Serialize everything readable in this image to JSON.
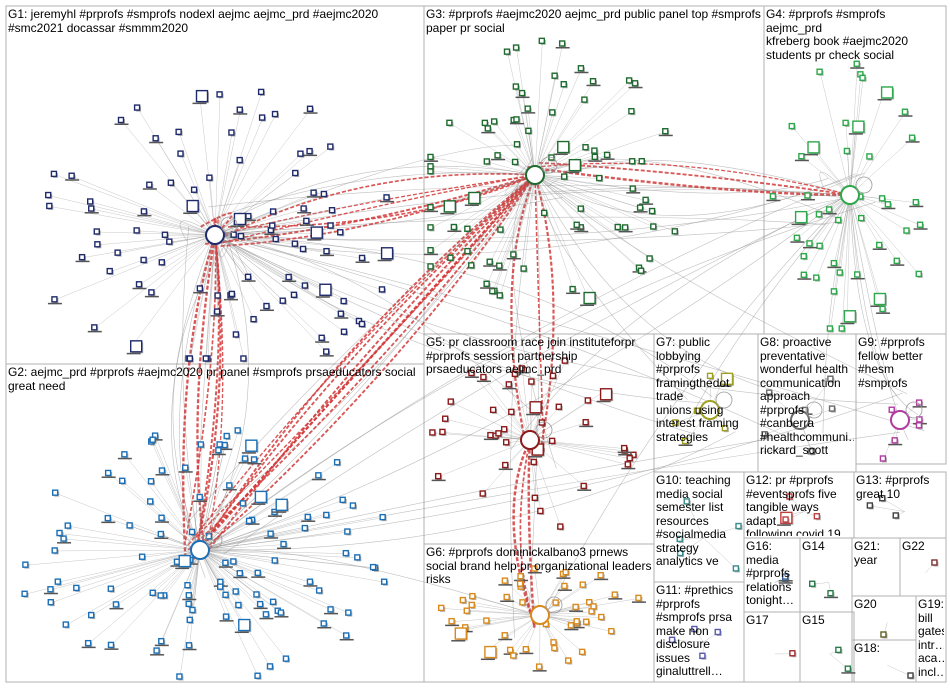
{
  "groups": [
    {
      "id": "G1",
      "label": "G1: jeremyhl #prprofs #smprofs nodexl aejmc aejmc_prd #aejmc2020\n#smc2021 docassar #smmm2020",
      "color": "#1f2a6b"
    },
    {
      "id": "G2",
      "label": "G2: aejmc_prd #prprofs #aejmc2020 pr panel #smprofs prsaeducators social\ngreat need",
      "color": "#1c6fb5"
    },
    {
      "id": "G3",
      "label": "G3: #prprofs #aejmc2020 aejmc_prd public panel top #smprofs\npaper pr social",
      "color": "#1e6b2f"
    },
    {
      "id": "G4",
      "label": "G4: #prprofs #smprofs aejmc_prd\nkfreberg book #aejmc2020\nstudents pr check social",
      "color": "#2da84a"
    },
    {
      "id": "G5",
      "label": "G5: pr classroom race join instituteforpr\n#prprofs session partnership\nprsaeducators aejmc_prd",
      "color": "#8b1a1a"
    },
    {
      "id": "G6",
      "label": "G6: #prprofs dominickalbano3 prnews\nsocial brand help pr organizational leaders\nrisks",
      "color": "#d98a1c"
    },
    {
      "id": "G7",
      "label": "G7: public lobbying\n#prprofs\nframingthedot trade\nunions using\ninterest framing\nstrategies",
      "color": "#a0a020"
    },
    {
      "id": "G8",
      "label": "G8: proactive\npreventative\nwonderful health\ncommunication\napproach\n#prprofs\n#canberra\n#healthcommuni…\nrickard_scott",
      "color": "#6a6a6a"
    },
    {
      "id": "G9",
      "label": "G9: #prprofs\nfellow better\n#hesm\n#smprofs",
      "color": "#b03aa0"
    },
    {
      "id": "G10",
      "label": "G10: teaching\nmedia social\nsemester list\nresources\n#socialmedia\nstrategy\nanalytics ve",
      "color": "#3a8a8a"
    },
    {
      "id": "G11",
      "label": "G11: #prethics\n#prprofs\n#smprofs prsa\nmake non\ndisclosure\nissues\nginaluttrell…",
      "color": "#5a5ab0"
    },
    {
      "id": "G12",
      "label": "G12: pr #prprofs\n#eventsprofs five\ntangible ways adapt\nfollowing covid 19",
      "color": "#c04040"
    },
    {
      "id": "G13",
      "label": "G13: #prprofs\ngreat 10",
      "color": "#404040"
    },
    {
      "id": "G14",
      "label": "G14",
      "color": "#2a7a4a"
    },
    {
      "id": "G15",
      "label": "G15",
      "color": "#2a7a4a"
    },
    {
      "id": "G16",
      "label": "G16:\nmedia\n#prprofs\nrelations\ntonight…",
      "color": "#3060a0"
    },
    {
      "id": "G17",
      "label": "G17",
      "color": "#a03030"
    },
    {
      "id": "G18",
      "label": "G18:",
      "color": "#404040"
    },
    {
      "id": "G19",
      "label": "G19:\nbill\ngates\nintr…\naca…\nincl…",
      "color": "#404040"
    },
    {
      "id": "G20",
      "label": "G20",
      "color": "#606020"
    },
    {
      "id": "G21",
      "label": "G21:\nyear",
      "color": "#404040"
    },
    {
      "id": "G22",
      "label": "G22",
      "color": "#803030"
    }
  ],
  "colors": {
    "edge": "#8a8a8a",
    "edge_strong": "#d23a3a",
    "node_shadow": "#555555",
    "panel_border": "#b0b0b0"
  }
}
